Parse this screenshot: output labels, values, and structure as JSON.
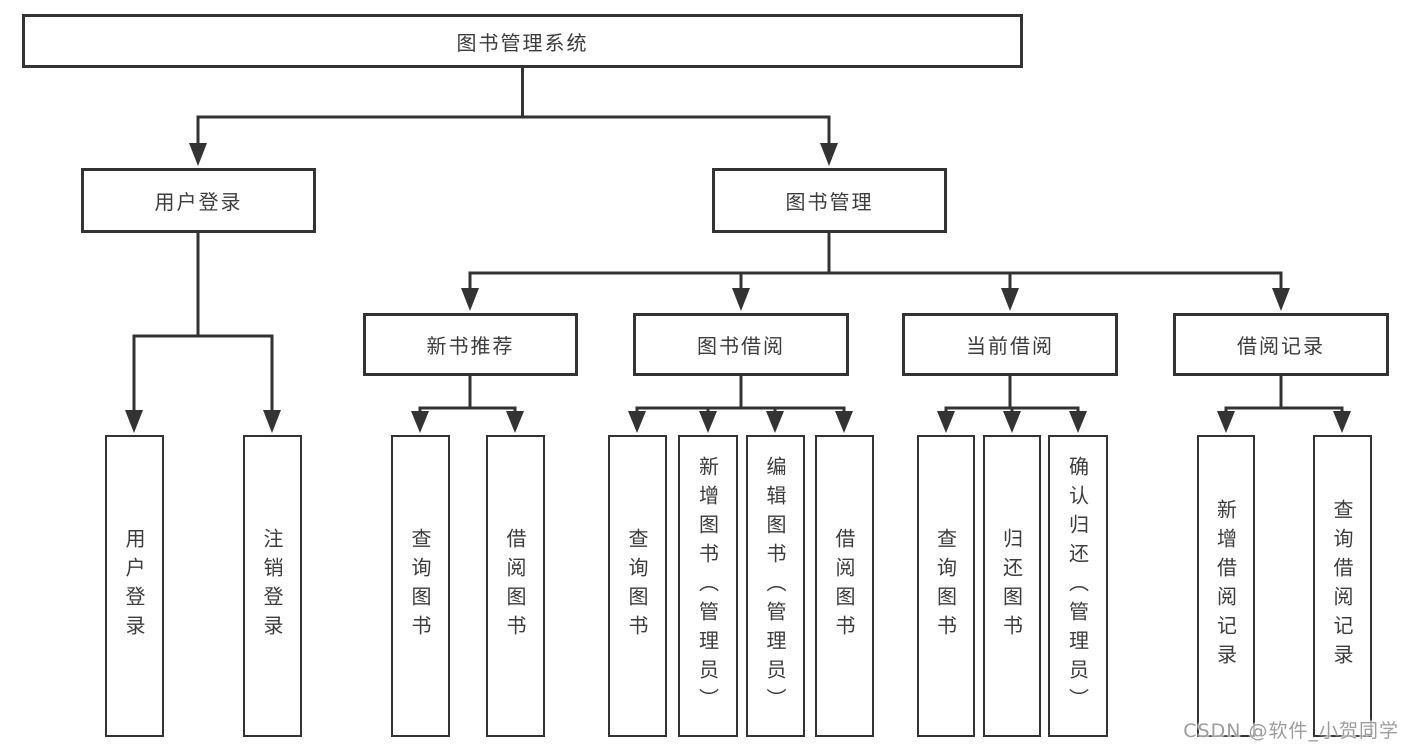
{
  "title": "图书管理系统",
  "tree": {
    "root": {
      "label": "图书管理系统"
    },
    "branches": [
      {
        "label": "用户登录",
        "children": [
          {
            "label": "用户登录"
          },
          {
            "label": "注销登录"
          }
        ]
      },
      {
        "label": "图书管理",
        "children": [
          {
            "label": "新书推荐",
            "children": [
              {
                "label": "查询图书"
              },
              {
                "label": "借阅图书"
              }
            ]
          },
          {
            "label": "图书借阅",
            "children": [
              {
                "label": "查询图书"
              },
              {
                "label": "新增图书（管理员）"
              },
              {
                "label": "编辑图书（管理员）"
              },
              {
                "label": "借阅图书"
              }
            ]
          },
          {
            "label": "当前借阅",
            "children": [
              {
                "label": "查询图书"
              },
              {
                "label": "归还图书"
              },
              {
                "label": "确认归还（管理员）"
              }
            ]
          },
          {
            "label": "借阅记录",
            "children": [
              {
                "label": "新增借阅记录"
              },
              {
                "label": "查询借阅记录"
              }
            ]
          }
        ]
      }
    ]
  },
  "watermark": "CSDN @软件_小贺同学",
  "colors": {
    "line": "#333333",
    "text": "#3c3c3c",
    "box_background": "#ffffff",
    "watermark_text": "#9e9e9e",
    "page_background": "#ffffff"
  }
}
